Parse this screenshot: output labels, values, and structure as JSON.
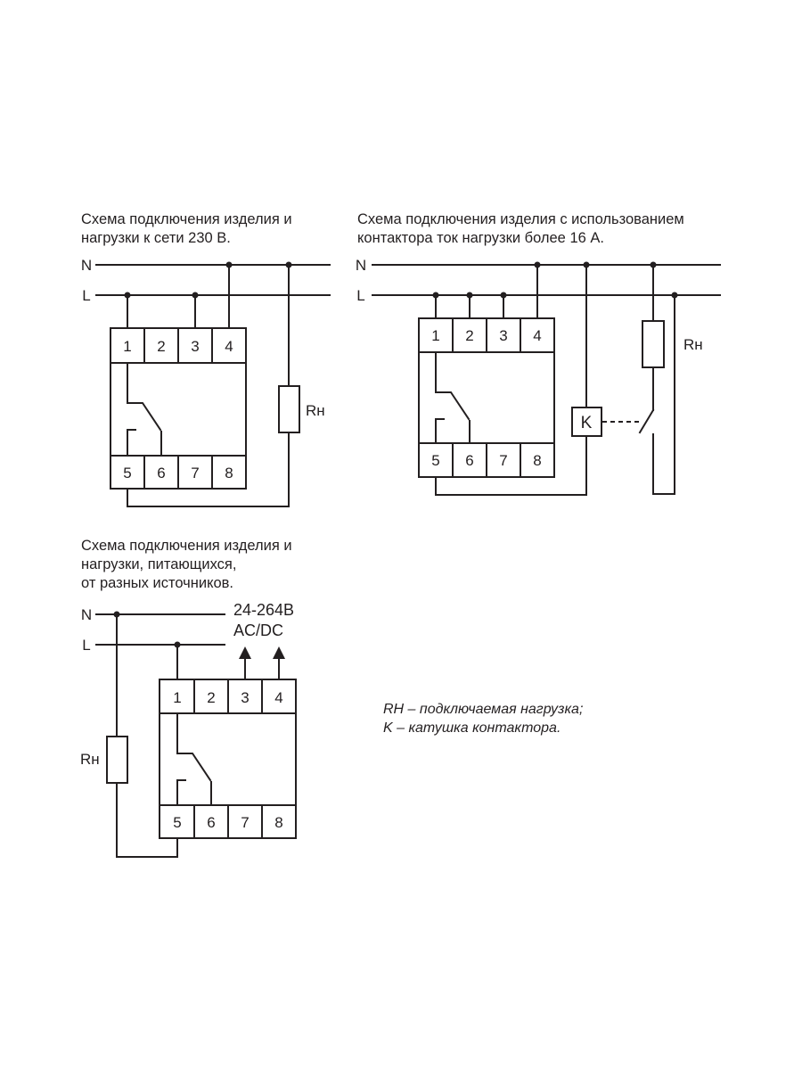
{
  "diagram1": {
    "caption": [
      "Схема подключения изделия и",
      "нагрузки к сети 230 В."
    ],
    "line_n": "N",
    "line_l": "L",
    "terminals": [
      "1",
      "2",
      "3",
      "4",
      "5",
      "6",
      "7",
      "8"
    ],
    "load_label": "Rн"
  },
  "diagram2": {
    "caption": [
      "Схема подключения изделия с использованием",
      "контактора ток нагрузки более 16 А."
    ],
    "line_n": "N",
    "line_l": "L",
    "terminals": [
      "1",
      "2",
      "3",
      "4",
      "5",
      "6",
      "7",
      "8"
    ],
    "coil_label": "K",
    "load_label": "Rн"
  },
  "diagram3": {
    "caption": [
      "Схема подключения изделия и",
      "нагрузки, питающихся,",
      "от разных источников."
    ],
    "line_n": "N",
    "line_l": "L",
    "supply_voltage": "24-264В",
    "supply_type": "AC/DC",
    "terminals": [
      "1",
      "2",
      "3",
      "4",
      "5",
      "6",
      "7",
      "8"
    ],
    "load_label": "Rн"
  },
  "legend": [
    "RH – подключаемая нагрузка;",
    "K – катушка контактора."
  ]
}
